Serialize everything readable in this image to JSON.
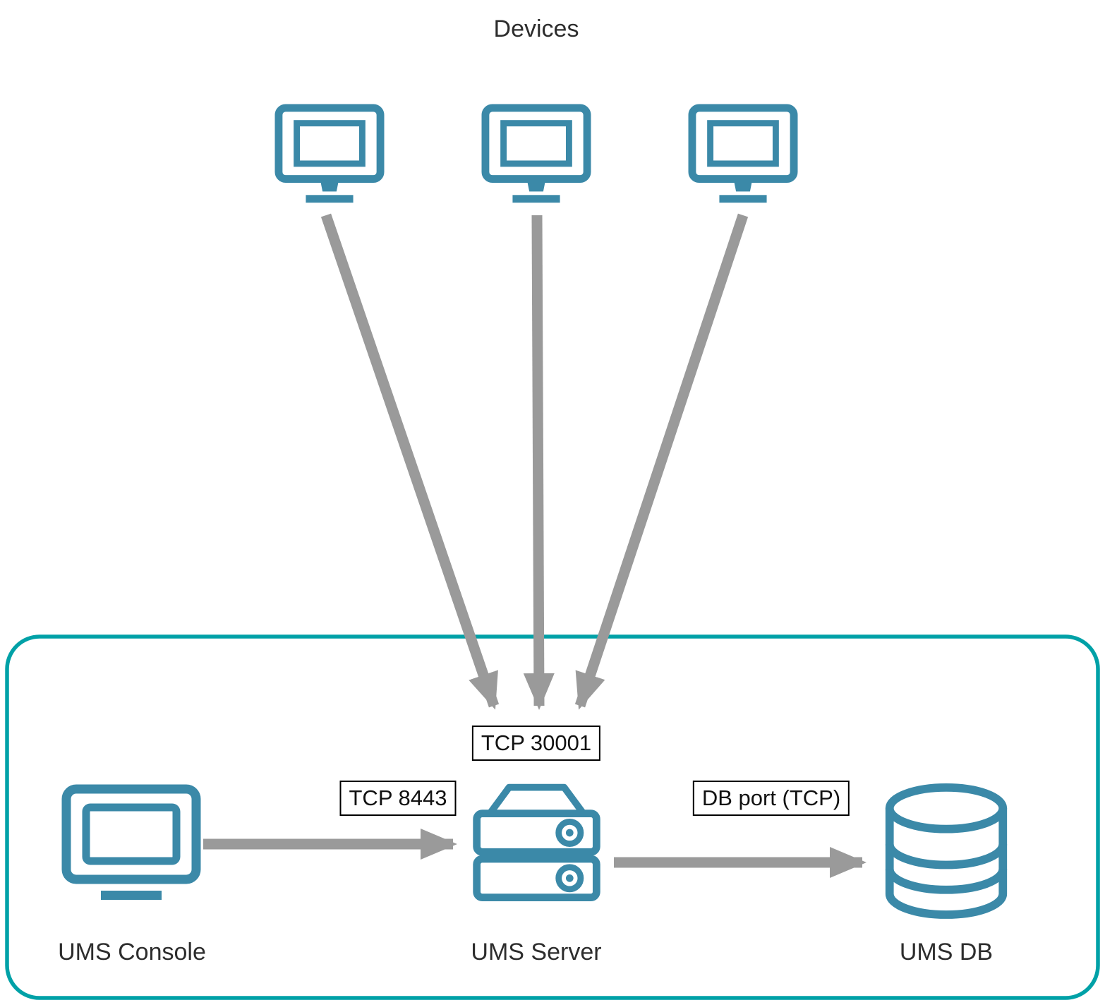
{
  "title": "Devices",
  "nodes": {
    "console": {
      "label": "UMS Console"
    },
    "server": {
      "label": "UMS Server"
    },
    "db": {
      "label": "UMS DB"
    }
  },
  "connections": {
    "devices_to_server_port": "TCP 30001",
    "console_to_server_port": "TCP 8443",
    "server_to_db_port": "DB port (TCP)"
  },
  "colors": {
    "icon_stroke": "#3B89A8",
    "arrow": "#9A9A9A",
    "boundary": "#00A1A7"
  }
}
